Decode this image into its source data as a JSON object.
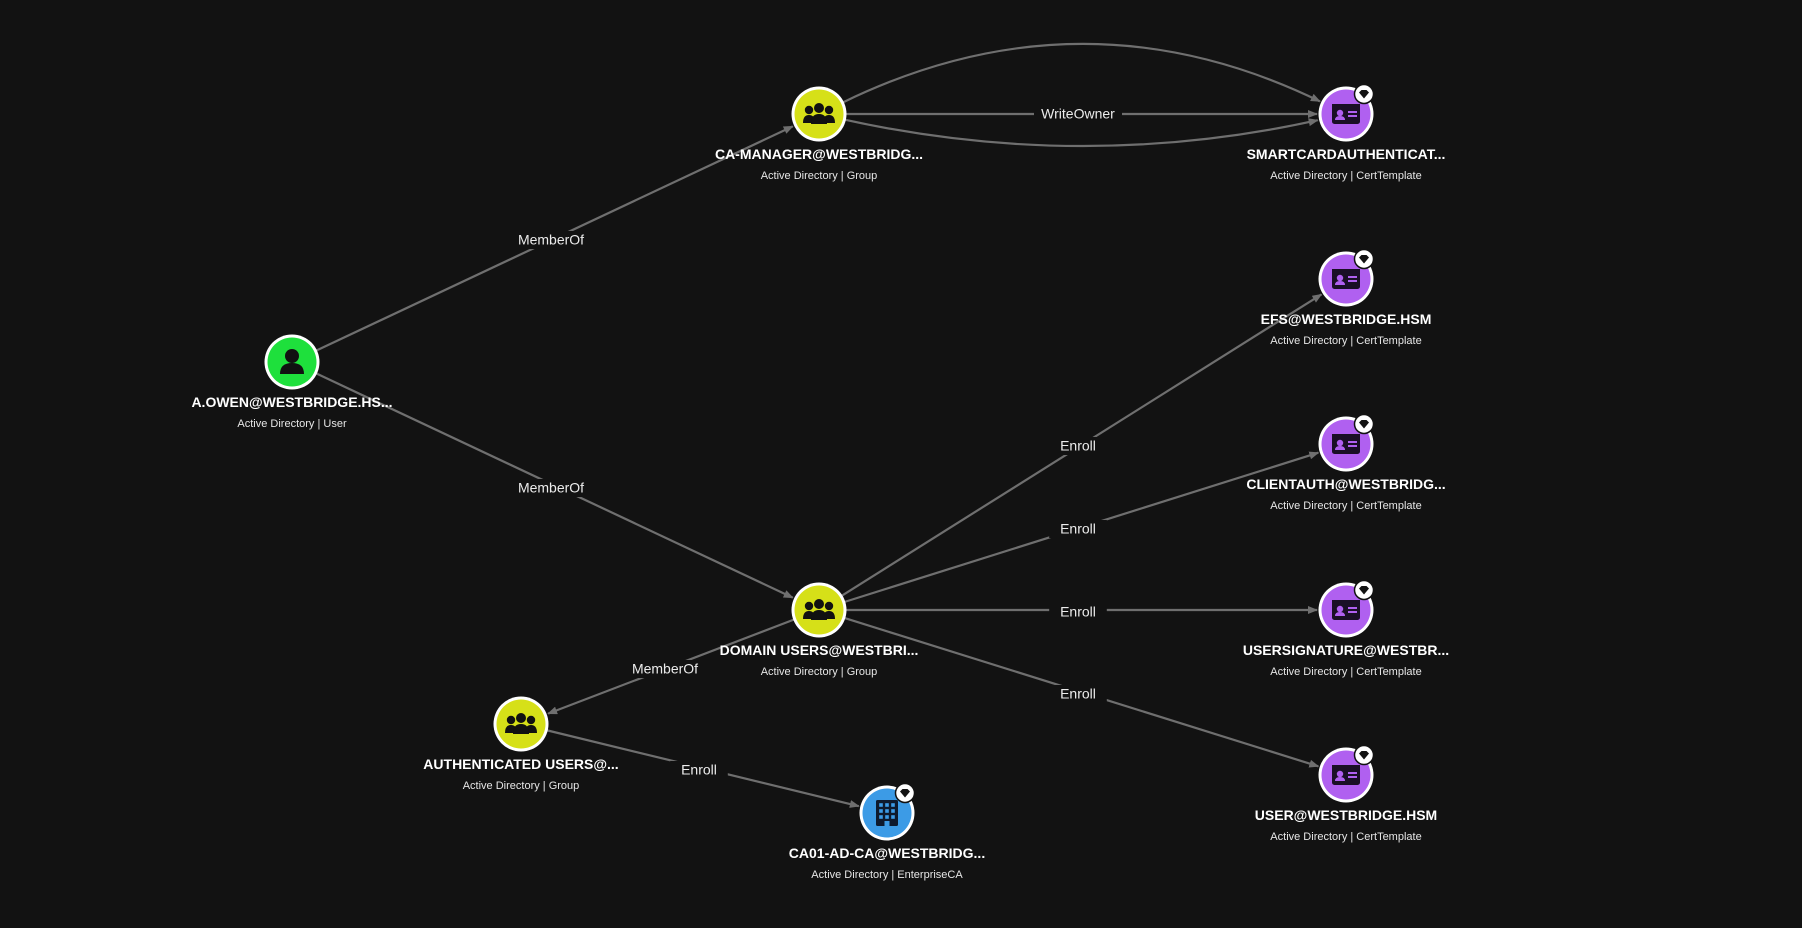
{
  "colors": {
    "background": "#121212",
    "edge": "#6f6f6f",
    "user": "#1ee03c",
    "group": "#d6e018",
    "certtemplate": "#b060f0",
    "enterpriseca": "#3c9be6"
  },
  "nodes": [
    {
      "id": "aowen",
      "kind": "user",
      "icon": "user-icon",
      "name": "A.OWEN@WESTBRIDGE.HS...",
      "sub": "Active Directory | User",
      "badge": false
    },
    {
      "id": "camanager",
      "kind": "group",
      "icon": "group-icon",
      "name": "CA-MANAGER@WESTBRIDG...",
      "sub": "Active Directory | Group",
      "badge": false
    },
    {
      "id": "domainusers",
      "kind": "group",
      "icon": "group-icon",
      "name": "DOMAIN USERS@WESTBRI...",
      "sub": "Active Directory | Group",
      "badge": false
    },
    {
      "id": "authusers",
      "kind": "group",
      "icon": "group-icon",
      "name": "AUTHENTICATED USERS@...",
      "sub": "Active Directory | Group",
      "badge": false
    },
    {
      "id": "ca01",
      "kind": "enterpriseca",
      "icon": "enterprise-ca-icon",
      "name": "CA01-AD-CA@WESTBRIDG...",
      "sub": "Active Directory | EnterpriseCA",
      "badge": true
    },
    {
      "id": "smartcard",
      "kind": "certtemplate",
      "icon": "cert-template-icon",
      "name": "SMARTCARDAUTHENTICAT...",
      "sub": "Active Directory | CertTemplate",
      "badge": true
    },
    {
      "id": "efs",
      "kind": "certtemplate",
      "icon": "cert-template-icon",
      "name": "EFS@WESTBRIDGE.HSM",
      "sub": "Active Directory | CertTemplate",
      "badge": true
    },
    {
      "id": "clientauth",
      "kind": "certtemplate",
      "icon": "cert-template-icon",
      "name": "CLIENTAUTH@WESTBRIDG...",
      "sub": "Active Directory | CertTemplate",
      "badge": true
    },
    {
      "id": "usersignature",
      "kind": "certtemplate",
      "icon": "cert-template-icon",
      "name": "USERSIGNATURE@WESTBR...",
      "sub": "Active Directory | CertTemplate",
      "badge": true
    },
    {
      "id": "user",
      "kind": "certtemplate",
      "icon": "cert-template-icon",
      "name": "USER@WESTBRIDGE.HSM",
      "sub": "Active Directory | CertTemplate",
      "badge": true
    }
  ],
  "edges": [
    {
      "from": "aowen",
      "to": "camanager",
      "label": "MemberOf"
    },
    {
      "from": "aowen",
      "to": "domainusers",
      "label": "MemberOf"
    },
    {
      "from": "domainusers",
      "to": "authusers",
      "label": "MemberOf"
    },
    {
      "from": "authusers",
      "to": "ca01",
      "label": "Enroll"
    },
    {
      "from": "camanager",
      "to": "smartcard",
      "label": "WriteOwner"
    },
    {
      "from": "camanager",
      "to": "smartcard",
      "label": ""
    },
    {
      "from": "camanager",
      "to": "smartcard",
      "label": ""
    },
    {
      "from": "domainusers",
      "to": "efs",
      "label": "Enroll"
    },
    {
      "from": "domainusers",
      "to": "clientauth",
      "label": "Enroll"
    },
    {
      "from": "domainusers",
      "to": "usersignature",
      "label": "Enroll"
    },
    {
      "from": "domainusers",
      "to": "user",
      "label": "Enroll"
    }
  ]
}
